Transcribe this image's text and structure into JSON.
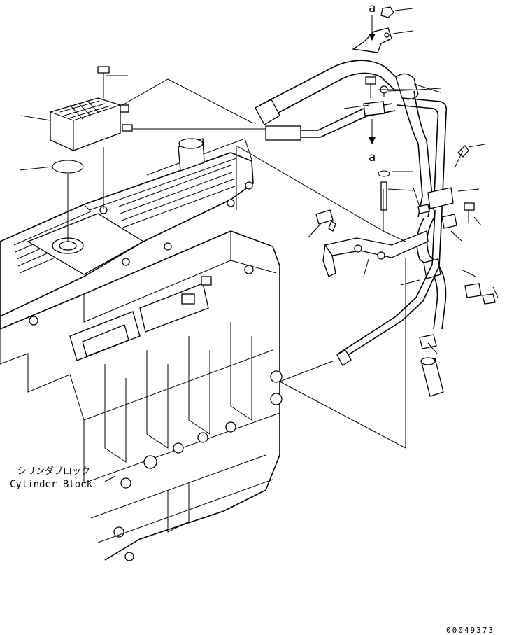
{
  "labels": {
    "detail_ref_top": "a",
    "detail_ref_mid": "a",
    "block_jp": "シリンダブロック",
    "block_en": "Cylinder Block",
    "drawing_number": "00049373"
  },
  "icons": [
    "arrow-down-icon",
    "arrow-down-icon"
  ]
}
